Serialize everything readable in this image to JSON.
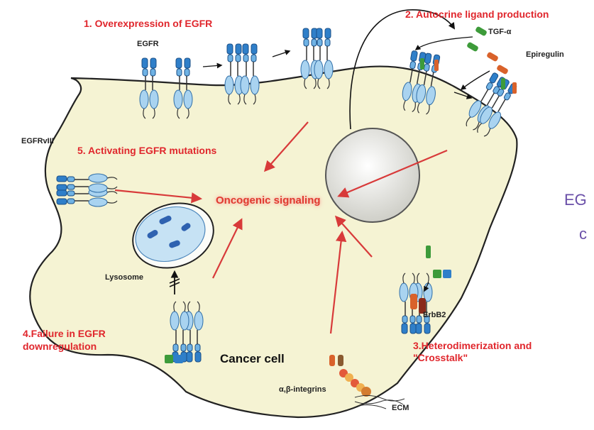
{
  "labels": {
    "overexpression": "1. Overexpression of EGFR",
    "autocrine": "2. Autocrine ligand production",
    "heterodim_line1": "3.Heterodimerization and",
    "heterodim_line2": "\"Crosstalk\"",
    "failure_line1": "4.Failure in EGFR",
    "failure_line2": "downregulation",
    "mutations": "5. Activating EGFR mutations",
    "oncogenic": "Oncogenic signaling",
    "cancer_cell": "Cancer cell",
    "egfr": "EGFR",
    "egfrviii": "EGFRvIII",
    "tgf": "TGF-α",
    "epiregulin": "Epiregulin",
    "lysosome": "Lysosome",
    "erbb2": "ErbB2",
    "integrins": "α,β-integrins",
    "ecm": "ECM",
    "side_1": "EG",
    "side_2": "c"
  },
  "colors": {
    "cell_fill": "#f5f3d3",
    "cell_stroke": "#222222",
    "heading_red": "#e0262c",
    "arrow_red": "#d83a3a",
    "receptor_blue": "#2f7fc9",
    "receptor_light": "#a9d3f0",
    "ligand_green": "#3d9b3a",
    "ligand_orange": "#d9622b",
    "side_text": "#6a4fa8"
  }
}
